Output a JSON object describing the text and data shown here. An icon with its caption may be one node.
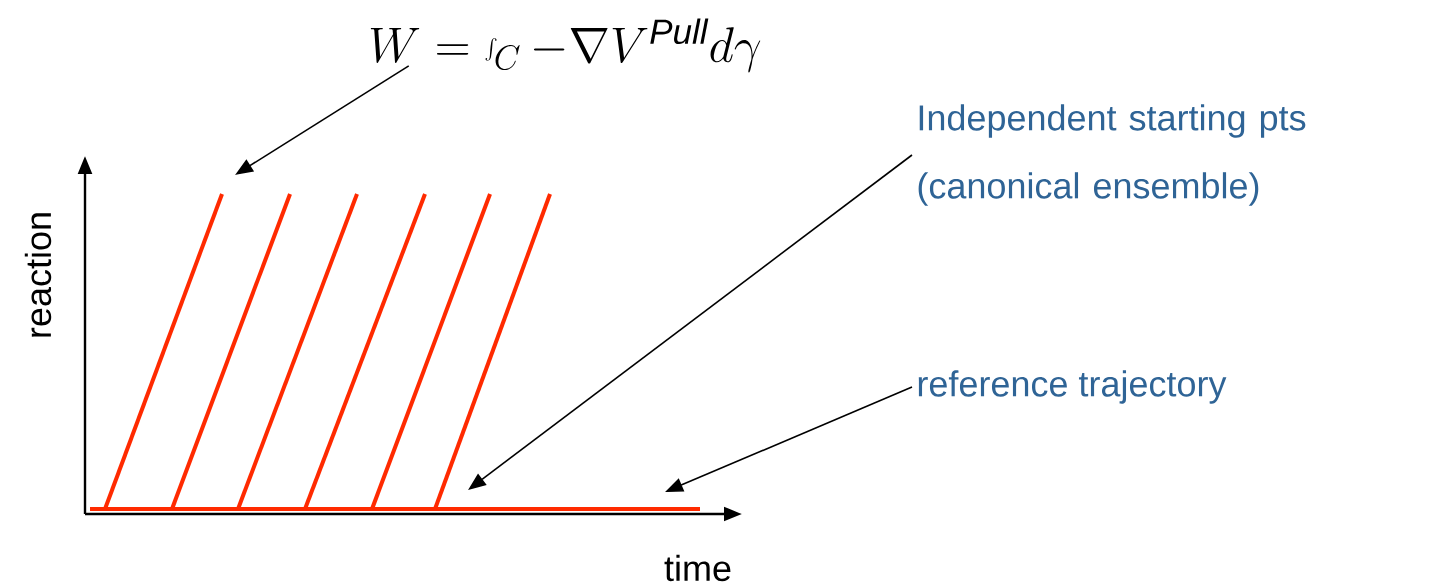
{
  "diagram": {
    "nodes": [
      {
        "text": [
          "W = \\int_C -\\nabla V^{\\mathit{Pull}} d\\gamma"
        ]
      },
      {
        "text": [
          "Independent starting pts (canonical ensemble)"
        ]
      },
      {
        "text": [
          "reference trajectory"
        ]
      }
    ],
    "edges": [
      {
        "from": 0,
        "to": null,
        "arrow": "to"
      },
      {
        "from": 1,
        "to": null,
        "arrow": "to"
      },
      {
        "from": 2,
        "to": null,
        "arrow": "to"
      }
    ],
    "labels": [
      "reaction",
      "time"
    ]
  }
}
